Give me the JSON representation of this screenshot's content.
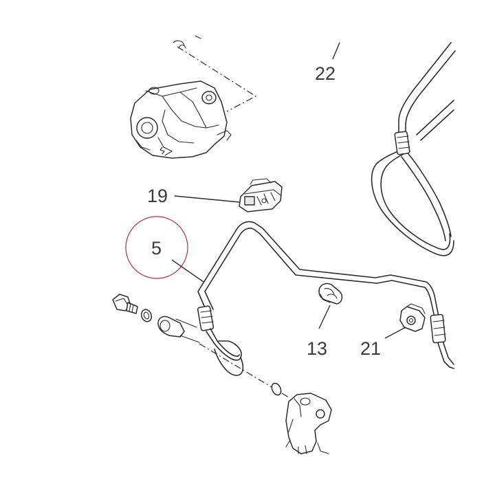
{
  "diagram": {
    "callouts": [
      {
        "id": "22",
        "label": "22"
      },
      {
        "id": "19",
        "label": "19"
      },
      {
        "id": "5",
        "label": "5"
      },
      {
        "id": "13",
        "label": "13"
      },
      {
        "id": "21",
        "label": "21"
      }
    ],
    "highlight_color": "#b03040",
    "line_color": "#2a2a2a"
  }
}
